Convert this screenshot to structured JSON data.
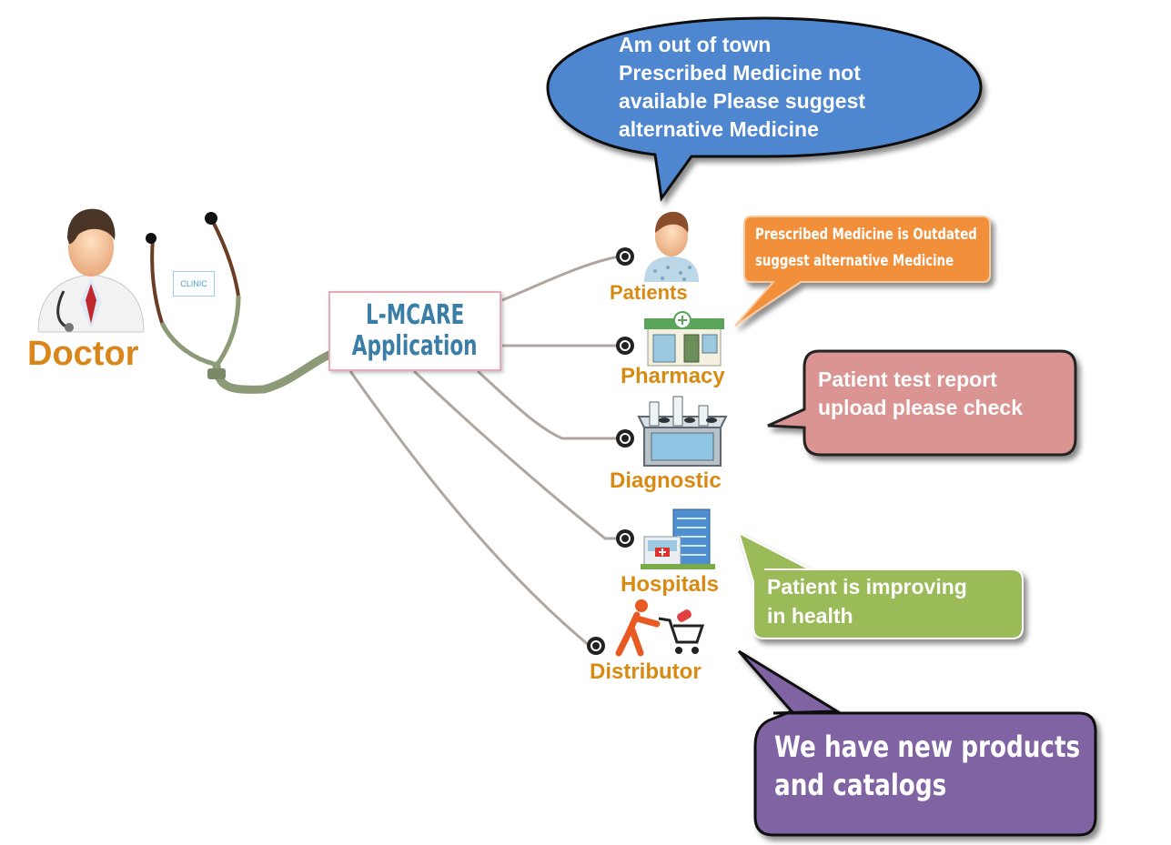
{
  "doctor": {
    "label": "Doctor",
    "badge": "CLINIC"
  },
  "application": {
    "line1": "L-MCARE",
    "line2": "Application"
  },
  "nodes": {
    "patients": "Patients",
    "pharmacy": "Pharmacy",
    "diagnostic": "Diagnostic",
    "hospitals": "Hospitals",
    "distributor": "Distributor"
  },
  "bubbles": {
    "patient": {
      "text": "Am out of town\nPrescribed Medicine not\navailable Please suggest\nalternative Medicine",
      "color": "#4f86d0"
    },
    "pharmacy": {
      "text": "Prescribed Medicine is Outdated\nsuggest alternative Medicine",
      "color": "#f28f3b"
    },
    "diagnostic": {
      "text": "Patient test report\nupload please check",
      "color": "#da9491"
    },
    "hospital": {
      "text": "Patient is improving\nin health",
      "color": "#9bbb59"
    },
    "distributor": {
      "text": "We have new products\nand catalogs",
      "color": "#8064a2"
    }
  }
}
